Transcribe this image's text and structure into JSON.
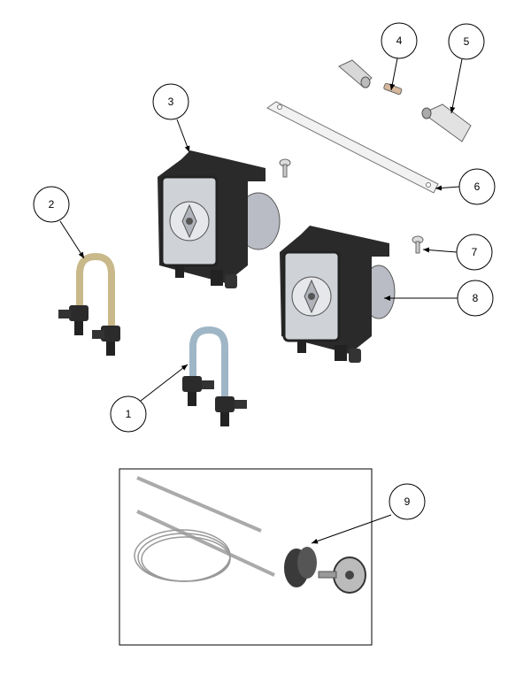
{
  "diagram": {
    "type": "exploded-parts-view",
    "callouts": [
      {
        "id": "callout-1",
        "label": "1",
        "part": "blue-tube-u-bend"
      },
      {
        "id": "callout-2",
        "label": "2",
        "part": "tan-tube-u-bend"
      },
      {
        "id": "callout-3",
        "label": "3",
        "part": "pump-left"
      },
      {
        "id": "callout-4",
        "label": "4",
        "part": "fuse"
      },
      {
        "id": "callout-5",
        "label": "5",
        "part": "fuse-holder"
      },
      {
        "id": "callout-6",
        "label": "6",
        "part": "mounting-bracket"
      },
      {
        "id": "callout-7",
        "label": "7",
        "part": "screw"
      },
      {
        "id": "callout-8",
        "label": "8",
        "part": "pump-right"
      },
      {
        "id": "callout-9",
        "label": "9",
        "part": "tubing-kit"
      }
    ],
    "colors": {
      "pump_body": "#2a2a2a",
      "tan_tube": "#c9b98a",
      "blue_tube": "#9fb6c6",
      "motor": "#b9bcc4",
      "line": "#000000"
    }
  }
}
